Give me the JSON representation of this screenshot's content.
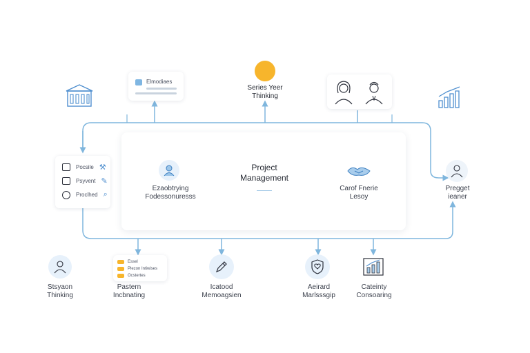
{
  "center": {
    "title_line1": "Project",
    "title_line2": "Management"
  },
  "top_nodes": {
    "document_card": {
      "text": "Elmodiaes"
    },
    "sun_node": {
      "line1": "Series Yeer",
      "line2": "Thinking"
    }
  },
  "left_panel": {
    "rows": [
      {
        "text": "Pocsile"
      },
      {
        "text": "Psyvent"
      },
      {
        "text": "Proclhed"
      }
    ]
  },
  "inner_left": {
    "line1": "Ezaobtrying",
    "line2": "Fodessonuresss"
  },
  "inner_right": {
    "line1": "Carof Fnerie",
    "line2": "Lesoy"
  },
  "right_node": {
    "line1": "Pregget",
    "line2": "ieaner"
  },
  "bottom_nodes": [
    {
      "line1": "Stsyaon",
      "line2": "Thinking"
    },
    {
      "line1": "Pastern",
      "line2": "Incbnating"
    },
    {
      "line1": "Icatood",
      "line2": "Memoagsien"
    },
    {
      "line1": "Aeirard",
      "line2": "Marlsssgip"
    },
    {
      "line1": "Cateinty",
      "line2": "Consoaring"
    }
  ],
  "bottom_card": {
    "rows": [
      "Essel",
      "Plezon Intiwises",
      "Ocstertes"
    ]
  },
  "colors": {
    "line": "#7fb6dd",
    "accent_sun": "#f7b52c",
    "icon": "#4f8fcf"
  }
}
